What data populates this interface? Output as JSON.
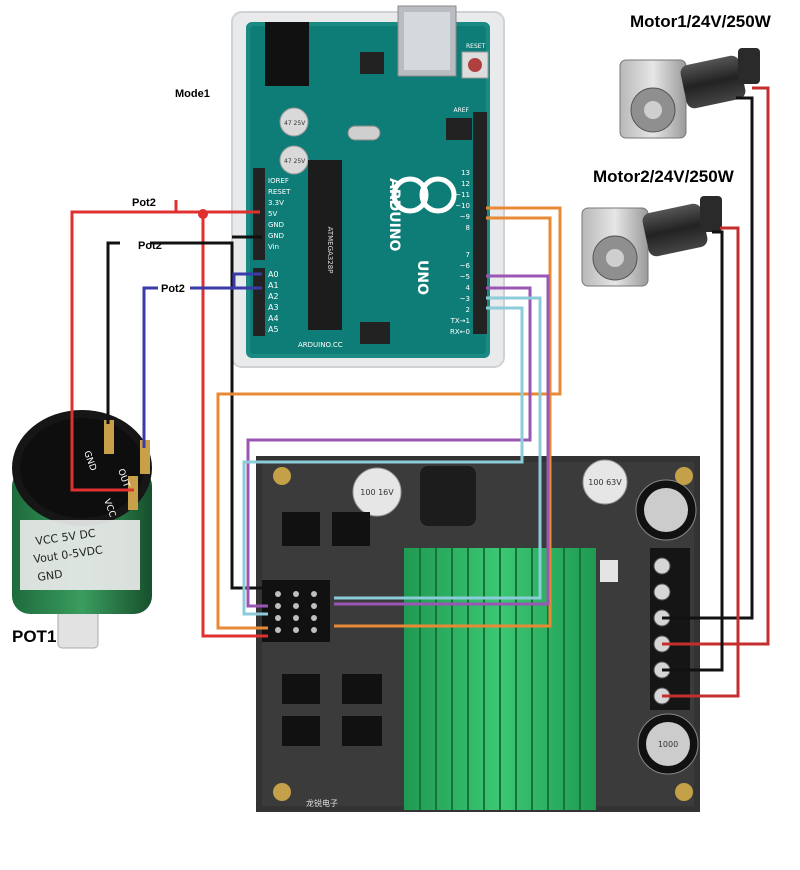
{
  "labels": {
    "mode": "Mode1",
    "motor1": "Motor1/24V/250W",
    "motor2": "Motor2/24V/250W",
    "pot2_a": "Pot2",
    "pot2_b": "Pot2",
    "pot2_c": "Pot2",
    "pot1": "POT1"
  },
  "arduino": {
    "brand": "ARDUINO",
    "model": "UNO",
    "site": "ARDUINO.CC",
    "chip": "ATMEGA328P",
    "reset_label": "RESET",
    "aref_label": "AREF",
    "power_pins": [
      "IOREF",
      "RESET",
      "3.3V",
      "5V",
      "GND",
      "GND",
      "Vin"
    ],
    "analog_pins": [
      "A0",
      "A1",
      "A2",
      "A3",
      "A4",
      "A5"
    ],
    "digital_pins": [
      "13",
      "12",
      "~11",
      "~10",
      "~9",
      "8",
      "7",
      "~6",
      "~5",
      "4",
      "~3",
      "2",
      "TX→1",
      "RX←0"
    ],
    "cap_1": "47 25V",
    "cap_2": "47 25V"
  },
  "potentiometer": {
    "pin_gnd": "GND",
    "pin_out": "OUT",
    "pin_vcc": "VCC",
    "spec_vcc": "VCC 5V DC",
    "spec_vout": "Vout 0-5VDC",
    "spec_gnd": "GND"
  },
  "driver": {
    "cap_small": "100 16V",
    "cap_small_2": "100 63V",
    "cap_big": "1000",
    "silk": "龙锐电子"
  },
  "wire_colors": {
    "red": "#e03030",
    "black": "#111111",
    "blue": "#3a3aa8",
    "orange": "#e88a35",
    "purple": "#9a55b5",
    "lightblue": "#8ccbd8",
    "darkred": "#c52e2e"
  }
}
